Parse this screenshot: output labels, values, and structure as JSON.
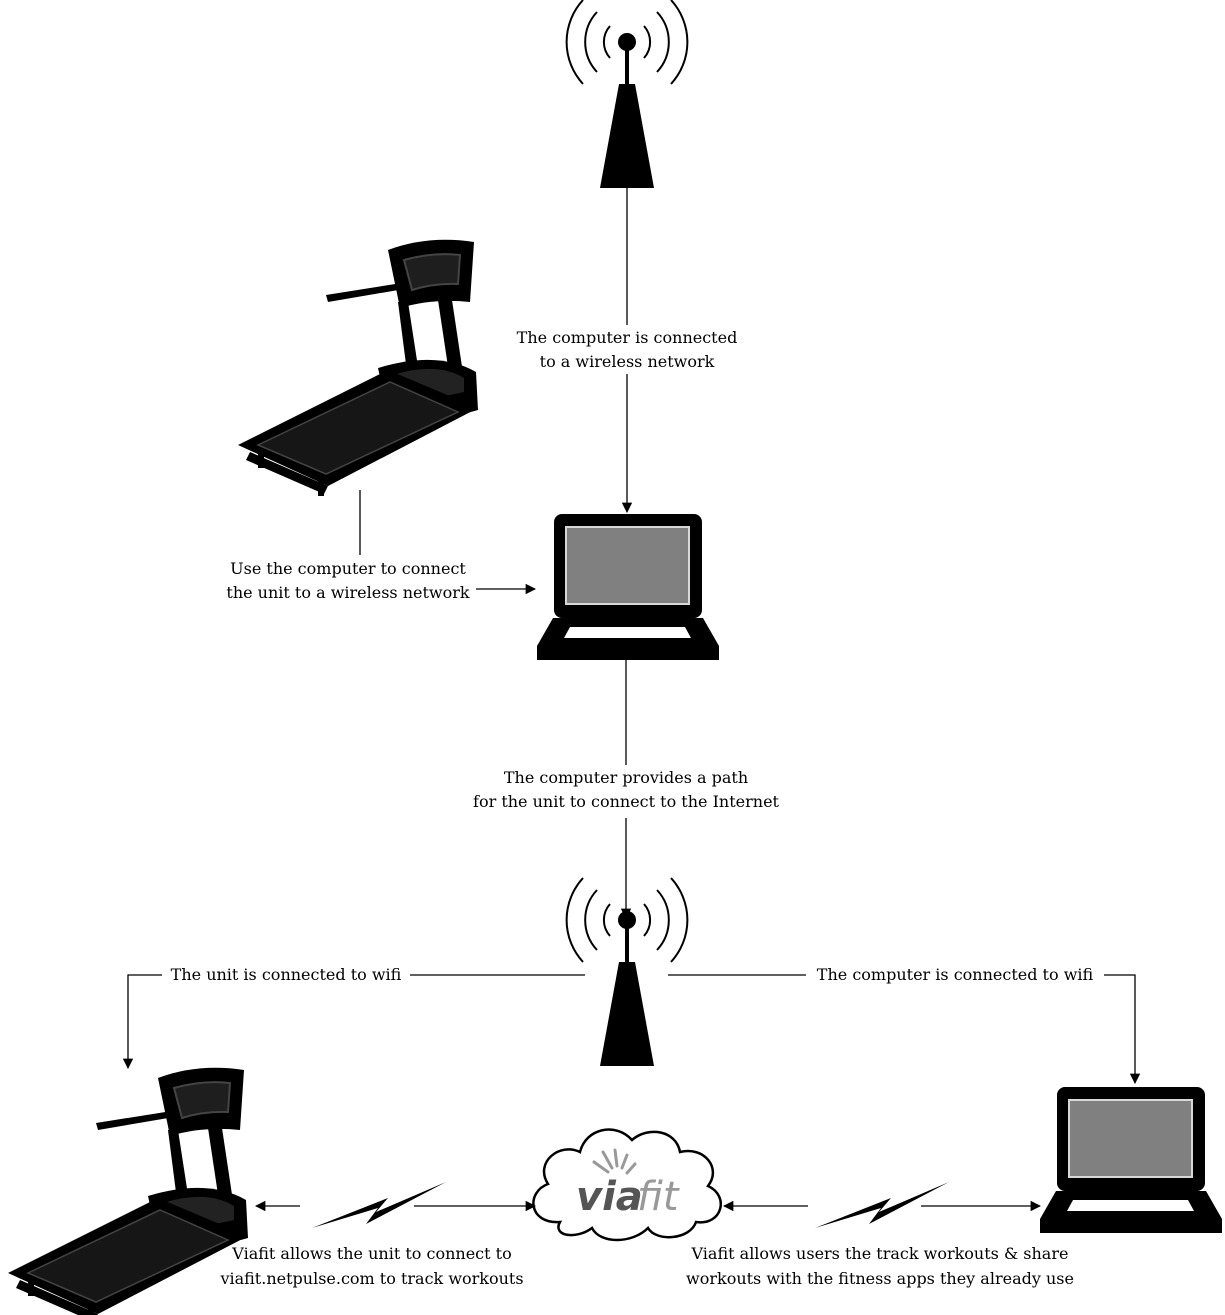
{
  "labels": {
    "computer_wireless_line1": "The computer is connected",
    "computer_wireless_line2": "to a wireless network",
    "use_computer_line1": "Use the computer to connect",
    "use_computer_line2": "the unit to a wireless network",
    "provides_path_line1": "The computer provides a path",
    "provides_path_line2": "for the unit to connect to the Internet",
    "unit_wifi": "The unit is connected to wifi",
    "computer_wifi": "The computer is connected to wifi",
    "viafit_unit_line1": "Viafit allows the unit to connect to",
    "viafit_unit_line2": "viafit.netpulse.com to track workouts",
    "viafit_users_line1": "Viafit allows users the track workouts & share",
    "viafit_users_line2": "workouts with the fitness apps they already use"
  },
  "logo": {
    "part1": "via",
    "part2": "fit"
  },
  "icons": [
    "wifi-tower-icon",
    "treadmill-icon",
    "laptop-icon",
    "cloud-icon",
    "lightning-icon"
  ]
}
